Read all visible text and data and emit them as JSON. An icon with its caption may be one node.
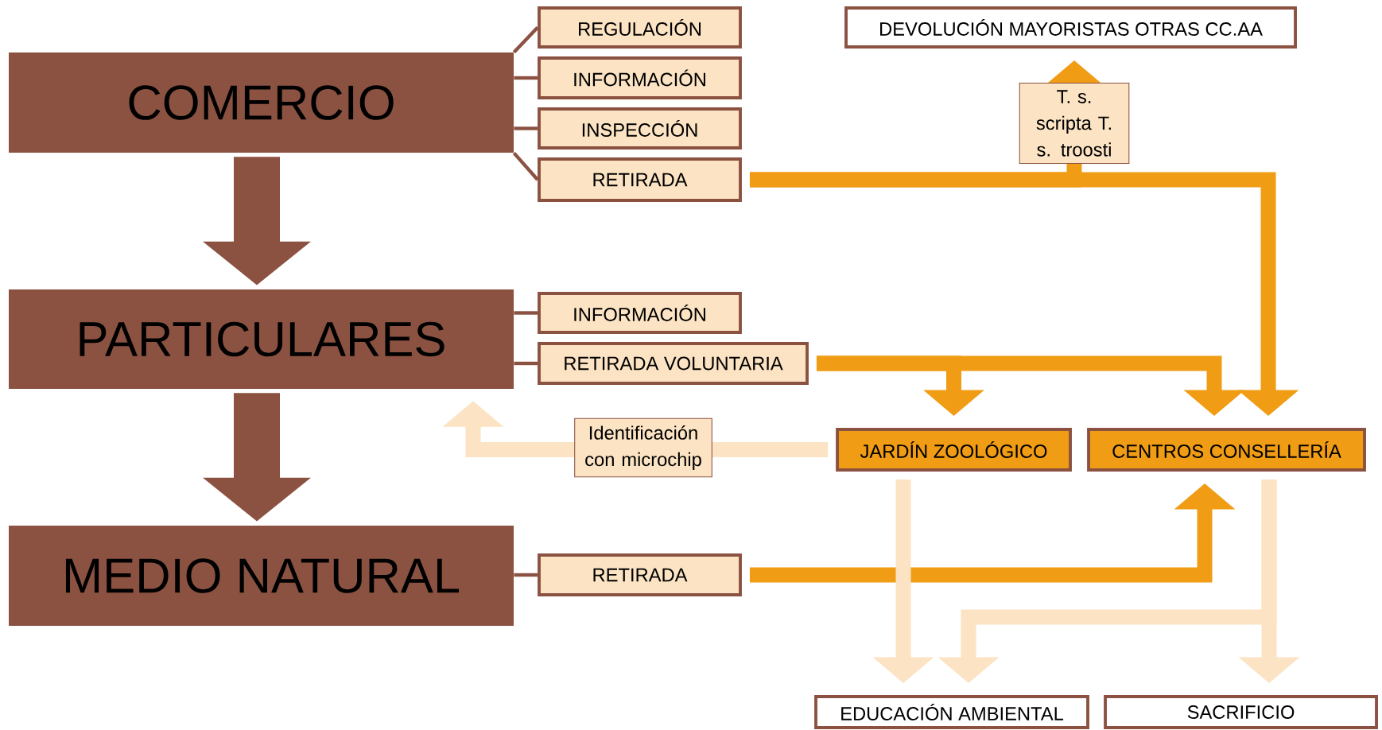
{
  "diagram": {
    "nodes": [
      {
        "text": [
          "COMERCIO"
        ]
      },
      {
        "text": [
          "REGULACIÓN"
        ]
      },
      {
        "text": [
          "INFORMACIÓN"
        ]
      },
      {
        "text": [
          "INSPECCIÓN"
        ]
      },
      {
        "text": [
          "RETIRADA"
        ]
      },
      {
        "text": [
          "DEVOLUCIÓN MAYORISTAS OTRAS CC.AA"
        ]
      },
      {
        "text": [
          "PARTICULARES"
        ]
      },
      {
        "text": [
          "INFORMACIÓN"
        ]
      },
      {
        "text": [
          "RETIRADA VOLUNTARIA"
        ]
      },
      {
        "text": [
          "MEDIO NATURAL"
        ]
      },
      {
        "text": [
          "RETIRADA"
        ]
      },
      {
        "text": [
          "JARDÍN ZOOLÓGICO"
        ]
      },
      {
        "text": [
          "CENTROS CONSELLERÍA"
        ]
      },
      {
        "text": [
          "EDUCACIÓN AMBIENTAL"
        ]
      },
      {
        "text": [
          "SACRIFICIO"
        ]
      }
    ],
    "edges": [
      {
        "from": 0,
        "to": 1,
        "arrow": "none"
      },
      {
        "from": 0,
        "to": 2,
        "arrow": "none"
      },
      {
        "from": 0,
        "to": 3,
        "arrow": "none"
      },
      {
        "from": 0,
        "to": 4,
        "arrow": "none"
      },
      {
        "from": 0,
        "to": 6,
        "arrow": "to",
        "style": "thick"
      },
      {
        "from": 4,
        "to": 5,
        "arrow": "to",
        "color": "#f09c14",
        "label": "T. s. scripta T. s. troosti"
      },
      {
        "from": 4,
        "to": 12,
        "arrow": "to",
        "color": "#f09c14"
      },
      {
        "from": 6,
        "to": 7,
        "arrow": "none"
      },
      {
        "from": 6,
        "to": 8,
        "arrow": "none"
      },
      {
        "from": 6,
        "to": 9,
        "arrow": "to",
        "style": "thick"
      },
      {
        "from": 8,
        "to": 11,
        "arrow": "to",
        "color": "#f09c14"
      },
      {
        "from": 8,
        "to": 12,
        "arrow": "to",
        "color": "#f09c14"
      },
      {
        "from": 11,
        "to": 6,
        "arrow": "to",
        "color": "#fbe3c3",
        "label": "Identificación con microchip"
      },
      {
        "from": 9,
        "to": 10,
        "arrow": "none"
      },
      {
        "from": 10,
        "to": 12,
        "arrow": "to",
        "color": "#f09c14"
      },
      {
        "from": 11,
        "to": 13,
        "arrow": "to",
        "color": "#fbe3c3"
      },
      {
        "from": 12,
        "to": 13,
        "arrow": "to",
        "color": "#fbe3c3"
      },
      {
        "from": 12,
        "to": 14,
        "arrow": "to",
        "color": "#fbe3c3"
      }
    ]
  }
}
